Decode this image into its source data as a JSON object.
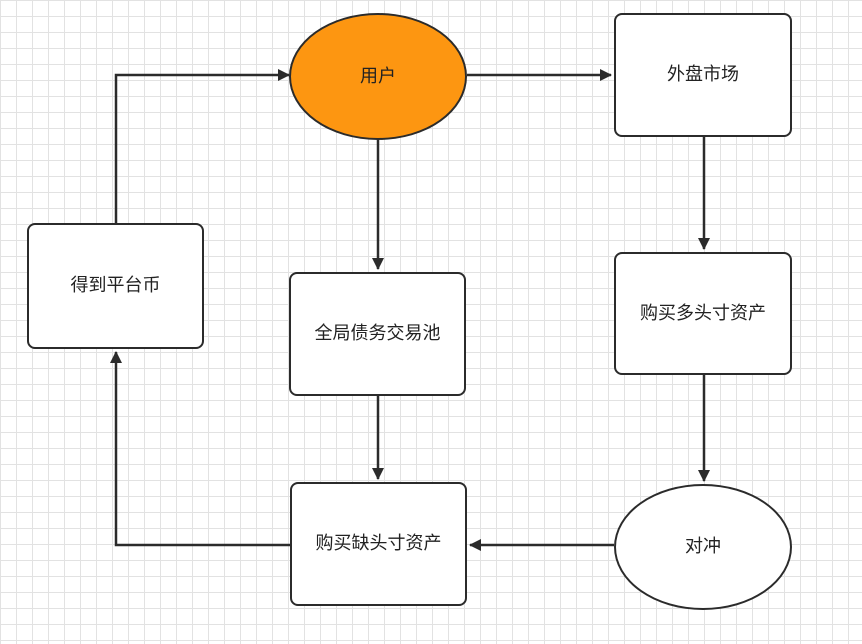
{
  "diagram": {
    "colors": {
      "background": "#ffffff",
      "grid": "#e2e2e2",
      "stroke": "#2b2b2b",
      "highlight": "#fd9611"
    },
    "nodes": {
      "user": {
        "label": "用户",
        "shape": "ellipse"
      },
      "external_market": {
        "label": "外盘市场",
        "shape": "rect"
      },
      "get_platform_coin": {
        "label": "得到平台币",
        "shape": "rect"
      },
      "global_debt_pool": {
        "label": "全局债务交易池",
        "shape": "rect"
      },
      "buy_long_asset": {
        "label": "购买多头寸资产",
        "shape": "rect"
      },
      "buy_short_asset": {
        "label": "购买缺头寸资产",
        "shape": "rect"
      },
      "hedge": {
        "label": "对冲",
        "shape": "ellipse"
      }
    },
    "edges": [
      {
        "from": "user",
        "to": "external_market"
      },
      {
        "from": "user",
        "to": "global_debt_pool"
      },
      {
        "from": "external_market",
        "to": "buy_long_asset"
      },
      {
        "from": "buy_long_asset",
        "to": "hedge"
      },
      {
        "from": "hedge",
        "to": "buy_short_asset"
      },
      {
        "from": "global_debt_pool",
        "to": "buy_short_asset"
      },
      {
        "from": "buy_short_asset",
        "to": "get_platform_coin"
      },
      {
        "from": "get_platform_coin",
        "to": "user"
      }
    ]
  }
}
